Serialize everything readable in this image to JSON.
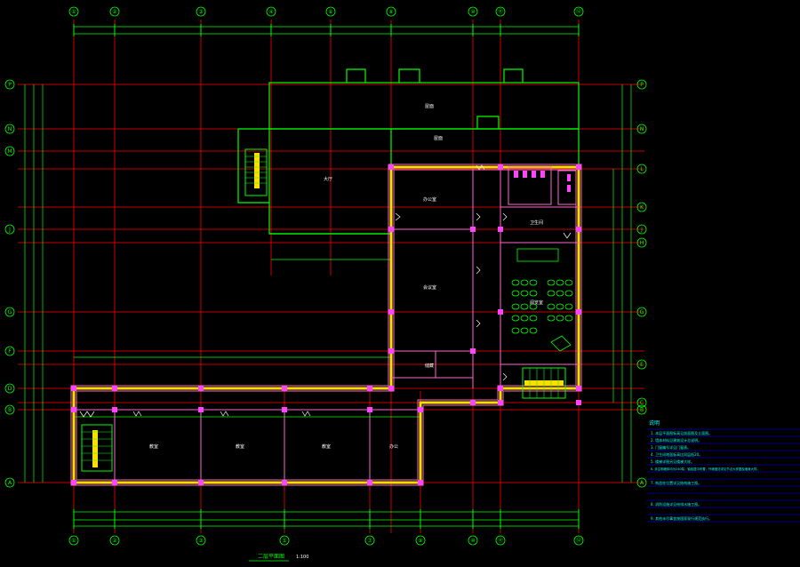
{
  "colors": {
    "background": "#000000",
    "grid_line": "#ff0000",
    "dimension": "#00ff00",
    "wall": "#ff66cc",
    "wall_fill": "#ffdd00",
    "column": "#ff44ff",
    "notes_text": "#00ffff",
    "room_text": "#ffffff"
  },
  "axes": {
    "top_labels": [
      "①",
      "②",
      "③",
      "④",
      "⑥",
      "⑧",
      "⑩",
      "⑪",
      "⑫"
    ],
    "bottom_labels": [
      "①",
      "②",
      "③",
      "⑤",
      "⑦",
      "⑨",
      "⑩",
      "⑪",
      "⑫"
    ],
    "left_labels": [
      "P",
      "N",
      "M",
      "J",
      "G",
      "F",
      "D",
      "B",
      "A"
    ],
    "right_labels": [
      "P",
      "N",
      "L",
      "K",
      "J",
      "H",
      "G",
      "E",
      "C",
      "B",
      "A"
    ]
  },
  "rooms": {
    "roof_upper": "屋面",
    "roof_lower": "屋面",
    "hall_left": "大厅",
    "office_top": "办公室",
    "office_mid": "会议室",
    "small_room": "储藏",
    "toilet": "卫生间",
    "reading_room": "阅览室",
    "classroom_1": "教室",
    "classroom_2": "教室",
    "classroom_3": "教室",
    "office_end": "办公"
  },
  "drawing_title": "二层平面图",
  "drawing_scale": "1:100",
  "notes": {
    "heading": "说明",
    "items": [
      "1. 本层平面图标高见剖面图及立面图。",
      "2. 墙体材料见建筑设计总说明。",
      "3. 门窗编号详见门窗表。",
      "4. 卫生间地面标高比同层低20。",
      "5. 楼梯详图另见楼梯大样。",
      "6. 未注明墙体均为240厚，轴线居中布置，外墙做法详见节点大样图及墙身大样。",
      "7. 构造柱位置详见结构施工图。",
      "8. 消防设施详见给排水施工图。",
      "9. 其他未尽事宜按国家现行规范执行。"
    ]
  }
}
